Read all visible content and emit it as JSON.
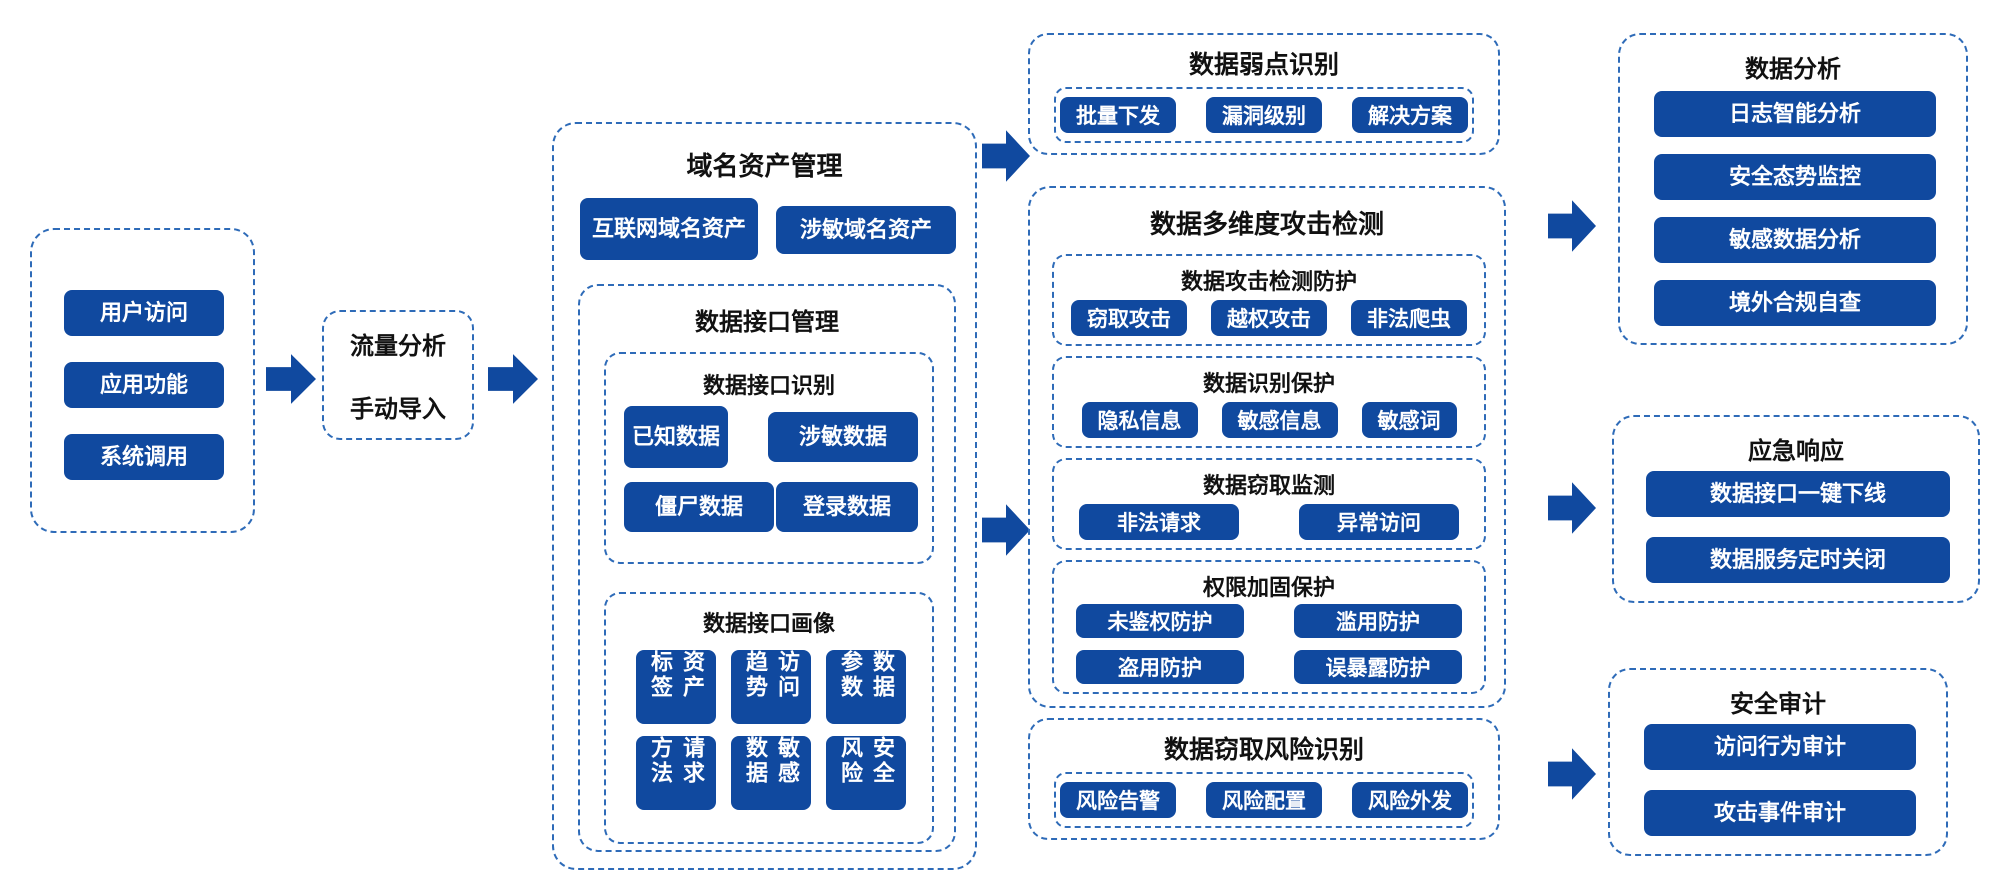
{
  "colors": {
    "primary": "#10499f",
    "dash": "#2e6bb8",
    "text": "#111111"
  },
  "sources": {
    "items": [
      "用户访问",
      "应用功能",
      "系统调用"
    ]
  },
  "ingest": {
    "lines": [
      "流量分析",
      "手动导入"
    ]
  },
  "domain_mgmt": {
    "title": "域名资产管理",
    "nodes": [
      "互联网域名资产",
      "涉敏域名资产"
    ],
    "interface_mgmt": {
      "title": "数据接口管理",
      "identify": {
        "title": "数据接口识别",
        "items": [
          "已知数据",
          "涉敏数据",
          "僵尸数据",
          "登录数据"
        ]
      },
      "profile": {
        "title": "数据接口画像",
        "items": [
          "资产标签",
          "访问趋势",
          "数据参数",
          "请求方法",
          "敏感数据",
          "安全风险"
        ]
      }
    }
  },
  "weakness": {
    "title": "数据弱点识别",
    "items": [
      "批量下发",
      "漏洞级别",
      "解决方案"
    ]
  },
  "attack_detect": {
    "title": "数据多维度攻击检测",
    "groups": [
      {
        "title": "数据攻击检测防护",
        "items": [
          "窃取攻击",
          "越权攻击",
          "非法爬虫"
        ]
      },
      {
        "title": "数据识别保护",
        "items": [
          "隐私信息",
          "敏感信息",
          "敏感词"
        ]
      },
      {
        "title": "数据窃取监测",
        "items": [
          "非法请求",
          "异常访问"
        ]
      },
      {
        "title": "权限加固保护",
        "items": [
          "未鉴权防护",
          "滥用防护",
          "盗用防护",
          "误暴露防护"
        ]
      }
    ]
  },
  "theft_risk": {
    "title": "数据窃取风险识别",
    "items": [
      "风险告警",
      "风险配置",
      "风险外发"
    ]
  },
  "analysis": {
    "title": "数据分析",
    "items": [
      "日志智能分析",
      "安全态势监控",
      "敏感数据分析",
      "境外合规自查"
    ]
  },
  "response": {
    "title": "应急响应",
    "items": [
      "数据接口一键下线",
      "数据服务定时关闭"
    ]
  },
  "audit": {
    "title": "安全审计",
    "items": [
      "访问行为审计",
      "攻击事件审计"
    ]
  }
}
